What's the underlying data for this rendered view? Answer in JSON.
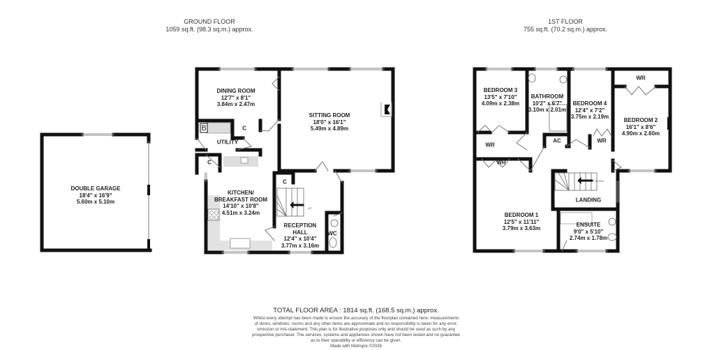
{
  "floors": [
    {
      "name": "GROUND FLOOR",
      "area": "1059 sq.ft. (98.3 sq.m.) approx."
    },
    {
      "name": "1ST FLOOR",
      "area": "755 sq.ft. (70.2 sq.m.) approx."
    }
  ],
  "ground_floor": {
    "rooms": {
      "garage": {
        "name": "DOUBLE GARAGE",
        "imperial": "18'4\"  x 16'9\"",
        "metric": "5.60m  x 5.10m"
      },
      "dining": {
        "name": "DINING ROOM",
        "imperial": "12'7\"  x 8'1\"",
        "metric": "3.84m  x 2.47m"
      },
      "sitting": {
        "name": "SITTING ROOM",
        "imperial": "18'0\"  x 16'1\"",
        "metric": "5.49m  x 4.89m"
      },
      "kitchen": {
        "name": "KITCHEN/",
        "name2": "BREAKFAST ROOM",
        "imperial": "14'10\"  x 10'8\"",
        "metric": "4.51m  x 3.24m"
      },
      "reception": {
        "name": "RECEPTION",
        "name2": "HALL",
        "imperial": "12'4\"  x 10'4\"",
        "metric": "3.77m  x 3.16m"
      }
    },
    "labels": {
      "utility": "UTILITY",
      "boiler": "B",
      "cupboard": "C",
      "wc": "WC",
      "stairs": "UP"
    }
  },
  "first_floor": {
    "rooms": {
      "bed3": {
        "name": "BEDROOM 3",
        "imperial": "13'5\"  x 7'10\"",
        "metric": "4.09m  x 2.38m"
      },
      "bath": {
        "name": "BATHROOM",
        "imperial": "10'2\"  x 6'7\"",
        "metric": "3.10m  x 2.01m"
      },
      "bed4": {
        "name": "BEDROOM 4",
        "imperial": "12'4\"  x 7'2\"",
        "metric": "3.75m  x 2.19m"
      },
      "bed2": {
        "name": "BEDROOM 2",
        "imperial": "16'1\"  x 8'6\"",
        "metric": "4.90m  x 2.60m"
      },
      "bed1": {
        "name": "BEDROOM 1",
        "imperial": "12'5\"  x 11'11\"",
        "metric": "3.79m  x 3.63m"
      },
      "ensuite": {
        "name": "ENSUITE",
        "imperial": "9'0\"  x 5'10\"",
        "metric": "2.74m  x 1.78m"
      }
    },
    "labels": {
      "landing": "LANDING",
      "wardrobe": "WR",
      "airing": "AC",
      "stairs": "DOWN"
    }
  },
  "footer": {
    "total": "TOTAL FLOOR AREA : 1814 sq.ft. (168.5 sq.m.) approx.",
    "disclaimer": [
      "Whilst every attempt has been made to ensure the accuracy of the floorplan contained here, measurements",
      "of doors, windows, rooms and any other items are approximate and no responsibility is taken for any error,",
      "omission or mis-statement. This plan is for illustrative purposes only and should be used as such by any",
      "prospective purchaser. The services, systems and appliances shown have not been tested and no guarantee",
      "as to their operability or efficiency can be given.",
      "Made with Metropix ©2026"
    ]
  },
  "colors": {
    "wall": "#111111",
    "fixture": "#d9d9d9",
    "window": "#ffffff",
    "line": "#777777"
  }
}
